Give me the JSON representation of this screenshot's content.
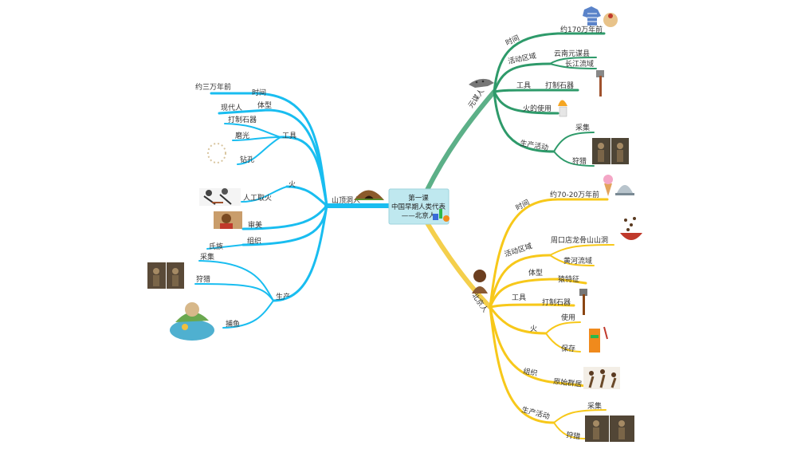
{
  "center": {
    "lines": [
      "第一课",
      "中国早期人类代表",
      "——北京人"
    ]
  },
  "colors": {
    "blue": "#19bdf0",
    "green": "#2e9a6a",
    "yellow": "#f7c81a",
    "center_fill": "#bfe8ef"
  },
  "branches": {
    "shandingdong": {
      "label": "山顶洞人",
      "time_label": "时间",
      "time_value": "约三万年前",
      "body_label": "体型",
      "body_value": "现代人",
      "tools_label": "工具",
      "tools_items": [
        "打制石器",
        "磨光",
        "钻孔"
      ],
      "fire_label": "火",
      "fire_value": "人工取火",
      "aesthetic_label": "审美",
      "org_label": "组织",
      "org_value": "氏族",
      "prod_label": "生产",
      "prod_items": [
        "采集",
        "狩猎",
        "捕鱼"
      ]
    },
    "yuanmou": {
      "label": "元谋人",
      "time_label": "时间",
      "time_value": "约170万年前",
      "area_label": "活动区域",
      "area_items": [
        "云南元谋县",
        "长江流域"
      ],
      "tools_label": "工具",
      "tools_value": "打制石器",
      "fire_label": "火的使用",
      "prod_label": "生产活动",
      "prod_items": [
        "采集",
        "狩猎"
      ]
    },
    "beijing": {
      "label": "北京人",
      "time_label": "时间",
      "time_value": "约70-20万年前",
      "area_label": "活动区域",
      "area_items": [
        "周口店龙骨山山洞",
        "黄河流域"
      ],
      "body_label": "体型",
      "body_value": "猿特征",
      "tools_label": "工具",
      "tools_value": "打制石器",
      "fire_label": "火",
      "fire_items": [
        "使用",
        "保存"
      ],
      "org_label": "组织",
      "org_value": "原始群居",
      "prod_label": "生产活动",
      "prod_items": [
        "采集",
        "狩猎"
      ]
    }
  },
  "icons": [
    "cave-icon",
    "stone-tool-icon",
    "necklace-icon",
    "fire-making-icon",
    "portrait-icon",
    "hunting-photo-icon",
    "fishing-icon",
    "jaguar-icon",
    "clothes-icon",
    "stone-axe-icon",
    "torch-icon",
    "icecream-icon",
    "bell-icon",
    "bowl-icon",
    "caveman-icon",
    "matches-icon",
    "tribe-icon",
    "gift-icon"
  ]
}
